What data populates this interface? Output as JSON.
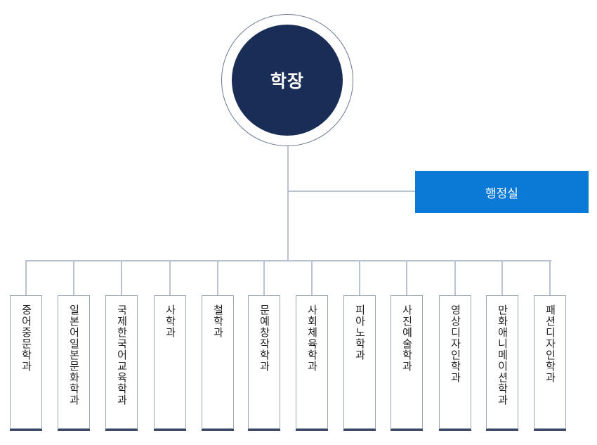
{
  "dean": {
    "label": "학장"
  },
  "office": {
    "label": "행정실"
  },
  "departments": [
    "중어중문학과",
    "일본어일본문화학과",
    "국제한국어교육학과",
    "사학과",
    "철학과",
    "문예창작학과",
    "사회체육학과",
    "피아노학과",
    "사진예술학과",
    "영상디자인학과",
    "만화애니메이션학과",
    "패션디자인학과"
  ],
  "colors": {
    "dean_fill": "#192d56",
    "office_fill": "#0a7ad6",
    "connector": "#b8c2d1"
  }
}
